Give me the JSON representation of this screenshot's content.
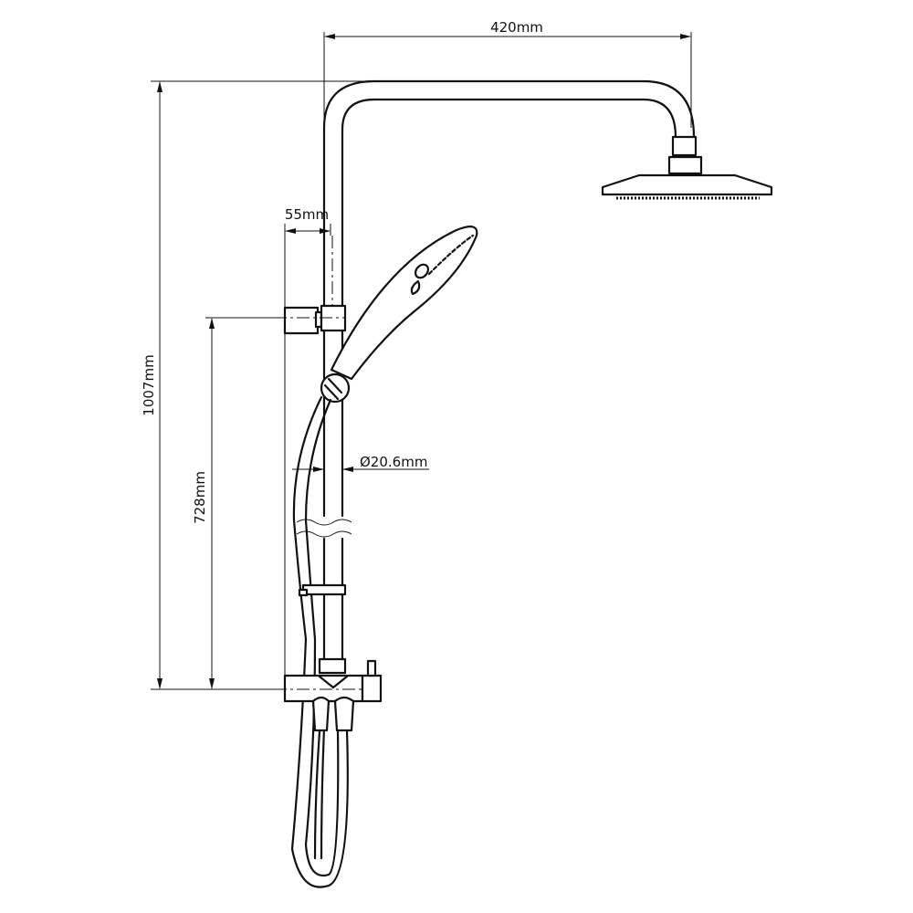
{
  "dimensions": {
    "arm_reach": "420mm",
    "total_height": "1007mm",
    "bracket_offset": "55mm",
    "bracket_height": "728mm",
    "pipe_diameter": "Ø20.6mm"
  },
  "colors": {
    "line": "#111111",
    "background": "#ffffff"
  }
}
